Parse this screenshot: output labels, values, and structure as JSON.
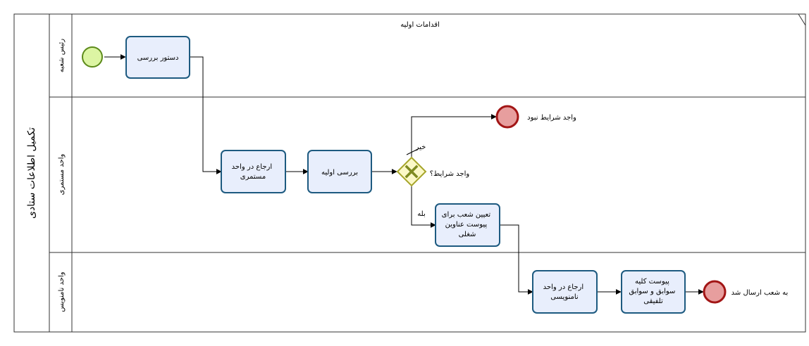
{
  "pool": {
    "title": "تکمیل اطلاعات ستادی",
    "group_label": "اقدامات اولیه"
  },
  "lanes": [
    {
      "label": "رئیس شعبه"
    },
    {
      "label": "واحد مستمری"
    },
    {
      "label": "واحد نامنویس"
    }
  ],
  "tasks": {
    "review_order": [
      "دستور بررسی"
    ],
    "refer_pension": [
      "ارجاع در واحد",
      "مستمری"
    ],
    "initial_review": [
      "بررسی اولیه"
    ],
    "assign_branch": [
      "تعیین شعب برای",
      "پیوست عناوین",
      "شغلی"
    ],
    "refer_registration": [
      "ارجاع در واحد",
      "نامنویسی"
    ],
    "attach_records": [
      "پیوست کلیه",
      "سوابق و سوابق",
      "تلفیقی"
    ]
  },
  "gateway": {
    "label": "واجد شرایط؟"
  },
  "flows": {
    "no_label": "خیر",
    "yes_label": "بله"
  },
  "end_events": {
    "not_eligible": "واجد شرایط نبود",
    "sent_to_branch": "به شعب ارسال شد"
  },
  "colors": {
    "task_fill": "#e8eefc",
    "task_stroke": "#1d5a80",
    "start_fill": "#dcf5a3",
    "start_stroke": "#5c8a1a",
    "end_fill": "#e79e9e",
    "end_stroke": "#a21515",
    "gateway_fill": "#fbf8c7",
    "gateway_stroke": "#a6a52a",
    "gateway_x": "#7e8a21"
  }
}
